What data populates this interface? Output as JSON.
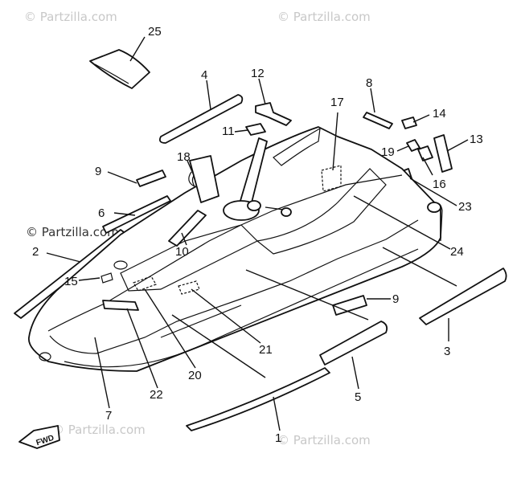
{
  "watermarks": [
    "© Partzilla.com",
    "© Partzilla.com",
    "© Partzilla.com",
    "© Partzilla.com",
    "© Partzilla.com"
  ],
  "callouts": [
    "25",
    "4",
    "12",
    "8",
    "17",
    "14",
    "11",
    "13",
    "19",
    "18",
    "9",
    "16",
    "23",
    "6",
    "2",
    "10",
    "24",
    "15",
    "9",
    "21",
    "3",
    "20",
    "22",
    "5",
    "7",
    "1"
  ],
  "direction_marker": "FWD"
}
